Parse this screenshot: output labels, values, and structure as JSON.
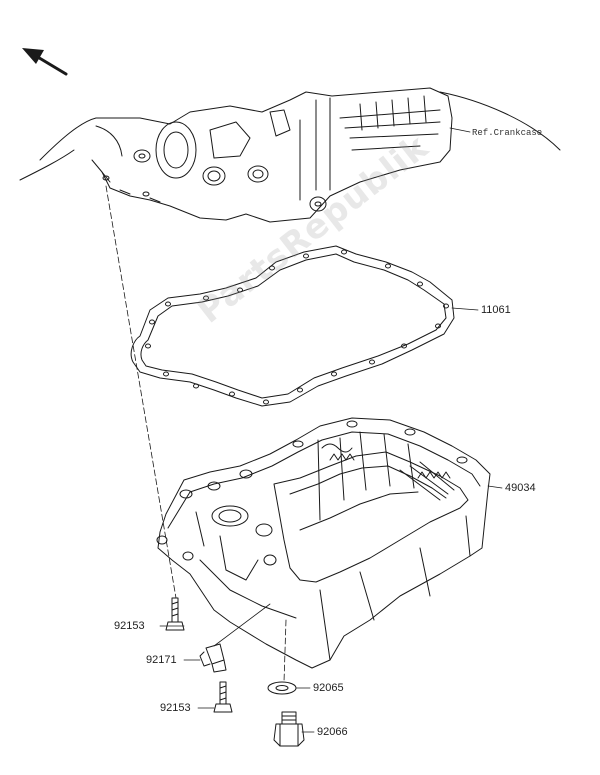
{
  "diagram": {
    "callouts": {
      "crankcase_ref": "Ref.Crankcase",
      "gasket": "11061",
      "oil_pan": "49034",
      "bolt_upper": "92153",
      "clamp": "92171",
      "bolt_lower": "92153",
      "washer": "92065",
      "drain_plug": "92066"
    },
    "watermark": "PartsRepublik"
  },
  "colors": {
    "line": "#1a1a1a",
    "paper": "#ffffff"
  }
}
